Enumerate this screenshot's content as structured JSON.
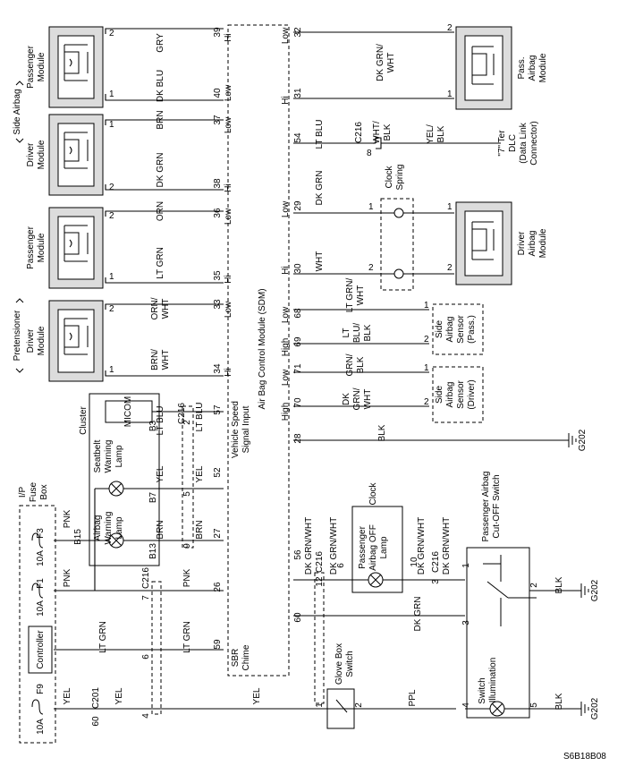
{
  "diagram_id": "S6B18B08",
  "top": {
    "side_airbag": "Side Airbag",
    "pretensioner": "Pretensioner",
    "pass_side_module": [
      "Passenger",
      "Module"
    ],
    "drv_side_module": [
      "Driver",
      "Module"
    ],
    "pass_pret_module": [
      "Passenger",
      "Module"
    ],
    "drv_pret_module": [
      "Driver",
      "Module"
    ],
    "gry": "GRY",
    "dk_blu": "DK BLU",
    "brn": "BRN",
    "dk_grn": "DK GRN",
    "orn": "ORN",
    "lt_grn": "LT GRN",
    "orn_wht": [
      "ORN/",
      "WHT"
    ],
    "brn_wht": [
      "BRN/",
      "WHT"
    ],
    "pin1": "1",
    "pin2": "2",
    "sdm": [
      "39",
      "40",
      "37",
      "38",
      "36",
      "35",
      "33",
      "34"
    ],
    "hi": "Hi",
    "low": "Low"
  },
  "sdm": {
    "title": "Air Bag Control Module (SDM)",
    "vss": [
      "Vehicle Speed",
      "Signal Input"
    ],
    "sbr": [
      "SBR",
      "Chime"
    ],
    "pins_left": [
      "57",
      "52",
      "27",
      "26",
      "59"
    ],
    "pins_right": [
      "32",
      "31",
      "54",
      "29",
      "30",
      "68",
      "69",
      "71",
      "70",
      "28",
      "56",
      "60"
    ],
    "high": "High"
  },
  "right": {
    "dk_grn_wht": [
      "DK GRN/",
      "WHT"
    ],
    "pass_airbag_module": [
      "Pass.",
      "Airbag",
      "Module"
    ],
    "lt_blu": "LT BLU",
    "c216": "C216",
    "wht_blk": [
      "WHT/",
      "BLK"
    ],
    "yel_blk": [
      "YEL/",
      "BLK"
    ],
    "dlc": [
      "\"7\" Ter",
      "DLC",
      "(Data Link",
      "Connector)"
    ],
    "clock_spring": [
      "Clock",
      "Spring"
    ],
    "dk_grn": "DK GRN",
    "wht": "WHT",
    "driver_airbag_module": [
      "Driver",
      "Airbag",
      "Module"
    ],
    "lt_grn_wht": [
      "LT GRN/",
      "WHT"
    ],
    "lt_blu_blk": [
      "LT",
      "BLU/",
      "BLK"
    ],
    "grn_blk": [
      "GRN/",
      "BLK"
    ],
    "dk_grn_wht2": [
      "DK",
      "GRN/",
      "WHT"
    ],
    "side_sensor_pass": [
      "Side",
      "Airbag",
      "Sensor",
      "(Pass.)"
    ],
    "side_sensor_drv": [
      "Side",
      "Airbag",
      "Sensor",
      "(Driver)"
    ],
    "blk": "BLK",
    "g202": "G202",
    "pin8": "8",
    "pin1": "1",
    "pin2": "2"
  },
  "left": {
    "cluster": "Cluster",
    "micom": "MICOM",
    "seatbelt_lamp": [
      "Seatbelt",
      "Warning",
      "Lamp"
    ],
    "airbag_lamp": [
      "Airbag",
      "Warning",
      "Lamp"
    ],
    "lt_blu": "LT BLU",
    "yel": "YEL",
    "brn": "BRN",
    "pnk": "PNK",
    "lt_grn": "LT GRN",
    "b3": "B3",
    "b7": "B7",
    "b13": "B13",
    "b15": "B15",
    "c216": "C216",
    "pin2": "2",
    "pin5": "5",
    "pin9": "9",
    "pin7": "7",
    "pin6": "6",
    "pin4": "4",
    "ip_fuse_box": [
      "I/P",
      "Fuse",
      "Box"
    ],
    "f3": "F3",
    "f1": "F1",
    "f9": "F9",
    "a10": "10A",
    "controller": "Controller",
    "c201": "C201",
    "p60": "60"
  },
  "bottom": {
    "clock": "Clock",
    "pass_off_lamp": [
      "Passenger",
      "Airbag OFF",
      "Lamp"
    ],
    "dk_grn_wht": "DK GRN/WHT",
    "c216": "C216",
    "p12": "12",
    "p6": "6",
    "p10": "10",
    "p3": "3",
    "p1": "1",
    "p2": "2",
    "p4": "4",
    "p5": "5",
    "dk_grn": "DK GRN",
    "cutoff": [
      "Passenger Airbag",
      "Cut-OFF Switch"
    ],
    "blk": "BLK",
    "g202": "G202",
    "glove_box": [
      "Glove Box",
      "Switch"
    ],
    "ppl": "PPL",
    "yel": "YEL",
    "switch_illum": [
      "Switch",
      "Illumination"
    ]
  }
}
